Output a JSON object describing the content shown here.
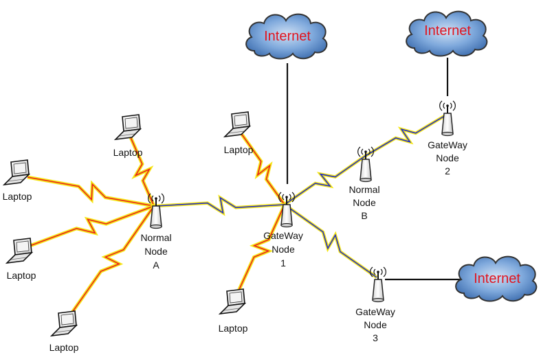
{
  "clouds": [
    {
      "label": "Internet"
    },
    {
      "label": "Internet"
    },
    {
      "label": "Internet"
    }
  ],
  "nodes": {
    "normal_a": {
      "lines": [
        "Normal",
        "Node",
        "A"
      ]
    },
    "gateway_1": {
      "lines": [
        "GateWay",
        "Node",
        "1"
      ]
    },
    "normal_b": {
      "lines": [
        "Normal",
        "Node",
        "B"
      ]
    },
    "gateway_2": {
      "lines": [
        "GateWay",
        "Node",
        "2"
      ]
    },
    "gateway_3": {
      "lines": [
        "GateWay",
        "Node",
        "3"
      ]
    }
  },
  "laptops": [
    {
      "label": "Laptop"
    },
    {
      "label": "Laptop"
    },
    {
      "label": "Laptop"
    },
    {
      "label": "Laptop"
    },
    {
      "label": "Laptop"
    },
    {
      "label": "Laptop"
    }
  ],
  "colors": {
    "laptop_link": "#e82020",
    "mesh_link": "#1e2ad0",
    "bolt_fill": "#f5e614",
    "wired_link": "#111111",
    "cloud_fill": "#6f9ed6",
    "cloud_text": "#e0141e"
  }
}
